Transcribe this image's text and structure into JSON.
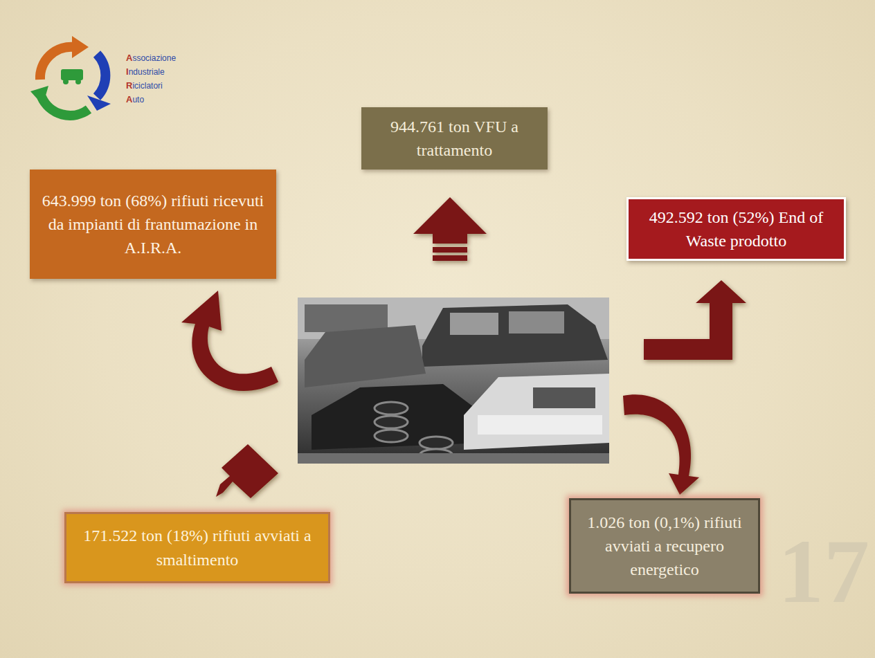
{
  "diagram": {
    "nodes": [
      {
        "text": [
          "944.761 ton VFU a trattamento"
        ]
      },
      {
        "text": [
          "643.999 ton (68%) rifiuti ricevuti da impianti di frantumazione in A.I.R.A."
        ]
      },
      {
        "text": [
          "492.592 ton (52%) End of Waste prodotto"
        ]
      },
      {
        "text": [
          "171.522 ton (18%) rifiuti avviati a smaltimento"
        ]
      },
      {
        "text": [
          "1.026 ton (0,1%) rifiuti avviati a recupero energetico"
        ]
      }
    ],
    "labels": [
      "Associazione",
      "Industriale",
      "Riciclatori",
      "Auto",
      "17"
    ]
  }
}
